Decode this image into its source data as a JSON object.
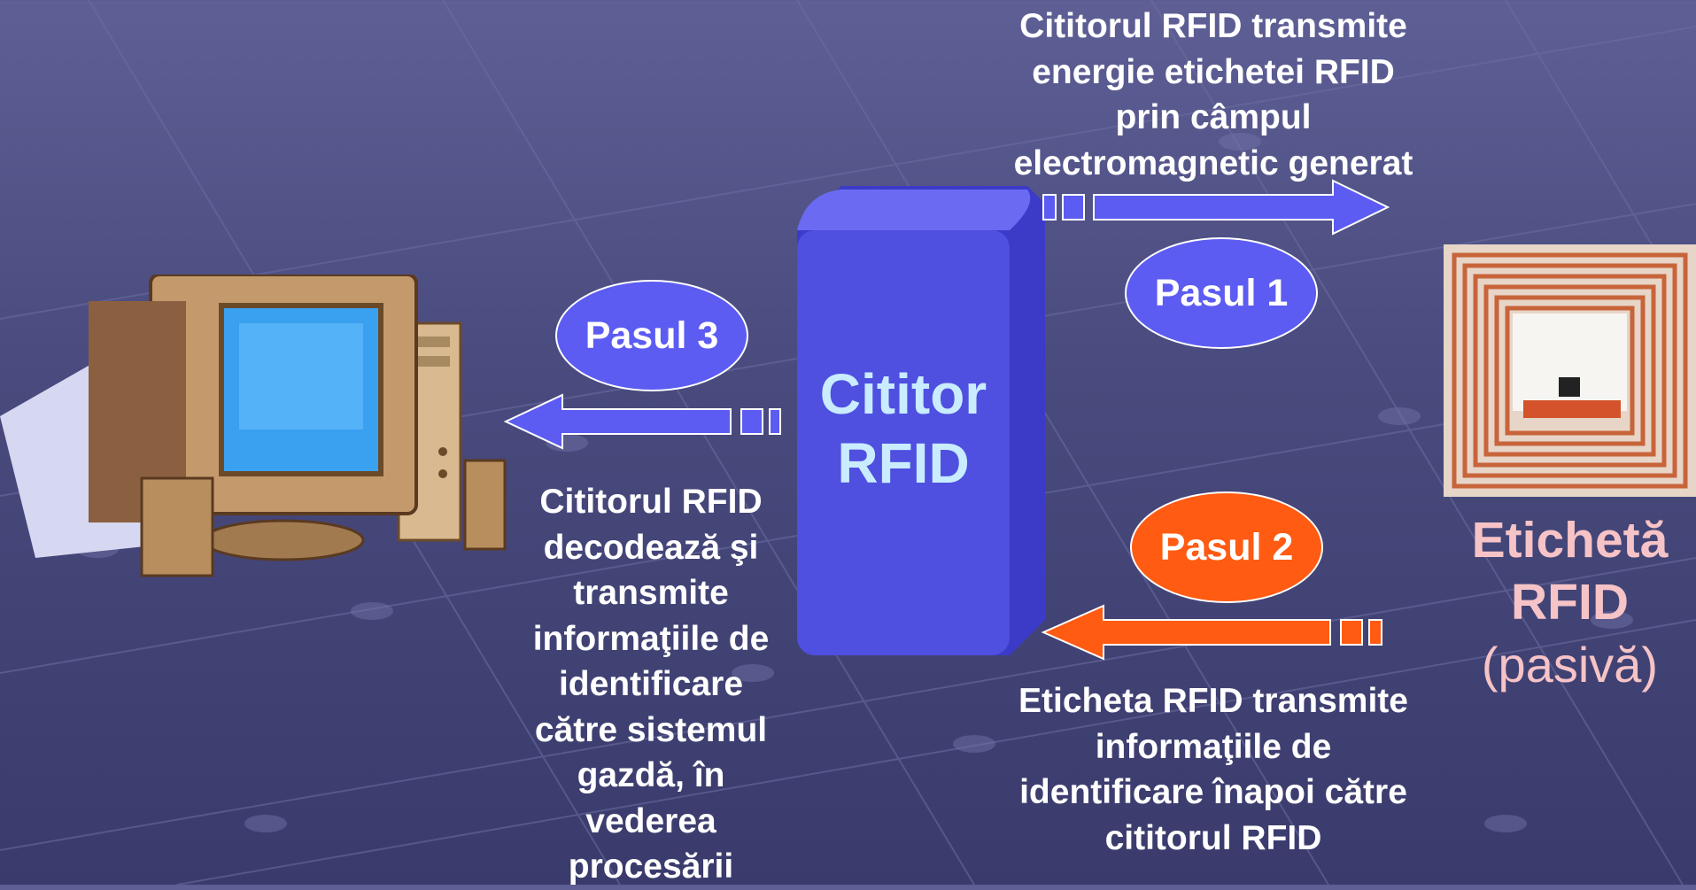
{
  "reader": {
    "line1": "Cititor",
    "line2": "RFID"
  },
  "tag": {
    "line1": "Etichetă",
    "line2": "RFID",
    "line3": "(pasivă)"
  },
  "steps": {
    "step1": {
      "label": "Pasul 1",
      "text_lines": [
        "Cititorul RFID transmite",
        "energie etichetei RFID",
        "prin câmpul",
        "electromagnetic generat"
      ]
    },
    "step2": {
      "label": "Pasul 2",
      "text_lines": [
        "Eticheta RFID transmite",
        "informaţiile de",
        "identificare înapoi către",
        "cititorul RFID"
      ]
    },
    "step3": {
      "label": "Pasul 3",
      "text_lines": [
        "Cititorul RFID",
        "decodează şi",
        "transmite",
        "informaţiile de",
        "identificare",
        "către sistemul",
        "gazdă, în",
        "vederea",
        "procesării"
      ]
    }
  },
  "colors": {
    "step_blue": "#5c5cf2",
    "step_orange": "#ff5b12",
    "reader_body": "#4f4fe0",
    "tag_label": "#f6c3c6",
    "reader_text": "#c9ecff"
  },
  "icons": {
    "computer": "desktop-computer-icon",
    "tag": "rfid-tag-icon"
  }
}
